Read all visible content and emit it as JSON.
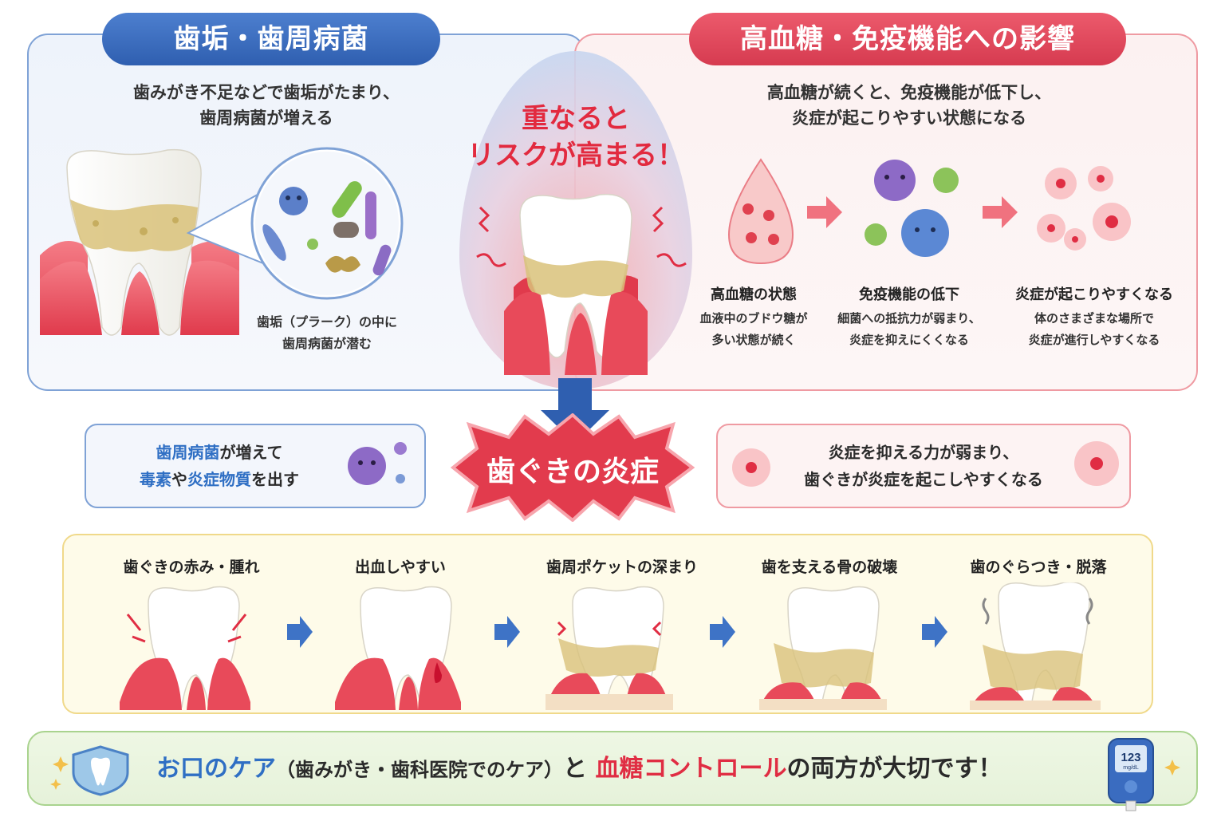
{
  "left": {
    "title": "歯垢・歯周病菌",
    "desc_line1": "歯みがき不足などで歯垢がたまり、",
    "desc_line2": "歯周病菌が増える",
    "caption_line1": "歯垢（プラーク）の中に",
    "caption_line2": "歯周病菌が潜む"
  },
  "right": {
    "title": "高血糖・免疫機能への影響",
    "desc_line1": "高血糖が続くと、免疫機能が低下し、",
    "desc_line2": "炎症が起こりやすい状態になる",
    "steps": [
      {
        "label": "高血糖の状態",
        "desc1": "血液中のブドウ糖が",
        "desc2": "多い状態が続く"
      },
      {
        "label": "免疫機能の低下",
        "desc1": "細菌への抵抗力が弱まり、",
        "desc2": "炎症を抑えにくくなる"
      },
      {
        "label": "炎症が起こりやすくなる",
        "desc1": "体のさまざまな場所で",
        "desc2": "炎症が進行しやすくなる"
      }
    ]
  },
  "center": {
    "line1": "重なると",
    "line2": "リスクが高まる！",
    "burst_label": "歯ぐきの炎症"
  },
  "info_left": {
    "line1_a": "歯周病菌",
    "line1_b": "が増えて",
    "line2_a": "毒素",
    "line2_b": "や",
    "line2_c": "炎症物質",
    "line2_d": "を出す"
  },
  "info_right": {
    "line1": "炎症を抑える力が弱まり、",
    "line2": "歯ぐきが炎症を起こしやすくなる"
  },
  "stages": [
    {
      "label": "歯ぐきの赤み・腫れ"
    },
    {
      "label": "出血しやすい"
    },
    {
      "label": "歯周ポケットの深まり"
    },
    {
      "label": "歯を支える骨の破壊"
    },
    {
      "label": "歯のぐらつき・脱落"
    }
  ],
  "footer": {
    "part1": "お口のケア",
    "part2": "（歯みがき・歯科医院でのケア）",
    "part3": "と",
    "part4": "血糖コントロール",
    "part5": "の両方が大切です！",
    "meter_value": "123",
    "meter_unit": "mg/dL"
  },
  "colors": {
    "blue": "#2f5fb0",
    "red": "#d63b50",
    "gum": "#e84a5a",
    "plaque": "#d9c27a",
    "green_frame": "#a9d38e"
  }
}
